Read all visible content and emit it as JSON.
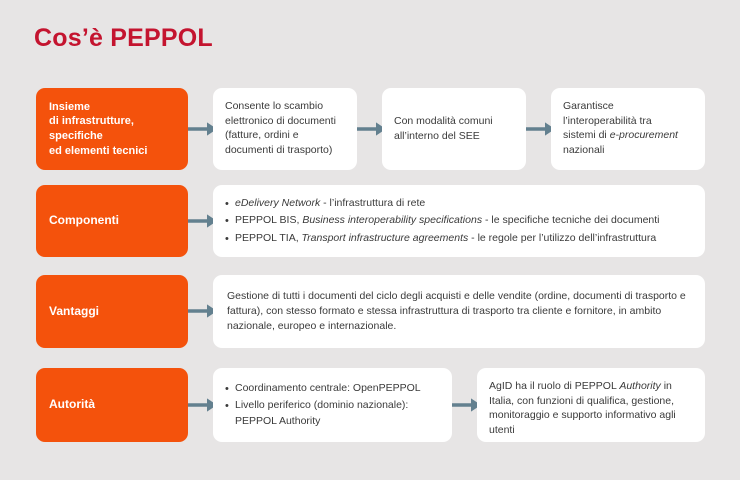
{
  "page": {
    "title": "Cos’è PEPPOL",
    "background_color": "#e7e5e5",
    "title_color": "#c4142f",
    "accent_color": "#f4520c",
    "box_color": "#ffffff",
    "arrow_color": "#63808f",
    "text_color": "#3a3a3a"
  },
  "rows": [
    {
      "label": "Insieme\ndi infrastrutture,\nspecifiche\ned elementi tecnici",
      "label_lines": [
        "Insieme",
        "di infrastrutture,",
        "specifiche",
        "ed elementi tecnici"
      ],
      "boxes": [
        {
          "lines": [
            "Consente lo scambio",
            "elettronico di documenti",
            "(fatture, ordini e",
            "documenti di trasporto)"
          ]
        },
        {
          "lines": [
            "Con modalità comuni",
            "all’interno del SEE"
          ]
        },
        {
          "lines": [
            "Garantisce",
            "l’interoperabilità tra",
            "sistemi di e-procurement",
            "nazionali"
          ],
          "italic_words": [
            "e-procurement"
          ]
        }
      ]
    },
    {
      "label": "Componenti",
      "bullets": [
        {
          "italic_lead": "eDelivery Network",
          "rest": " - l’infrastruttura di rete"
        },
        {
          "lead": "PEPPOL BIS, ",
          "italic": "Business interoperability specifications",
          "rest": " - le specifiche tecniche dei documenti"
        },
        {
          "lead": "PEPPOL TIA, ",
          "italic": "Transport infrastructure agreements",
          "rest": " - le regole per l’utilizzo dell’infrastruttura"
        }
      ]
    },
    {
      "label": "Vantaggi",
      "paragraph": "Gestione di tutti i documenti del ciclo degli acquisti e delle vendite (ordine, documenti di trasporto e fattura), con stesso formato e stessa infrastruttura di trasporto tra cliente e fornitore, in ambito nazionale, europeo e internazionale."
    },
    {
      "label": "Autorità",
      "bullets": [
        {
          "text": "Coordinamento centrale: OpenPEPPOL"
        },
        {
          "text": "Livello periferico (dominio nazionale): PEPPOL Authority"
        }
      ],
      "final_box": {
        "lead": "AgID ha il ruolo di PEPPOL ",
        "italic": "Authority",
        "rest": " in Italia, con funzioni di qualifica, gestione, monitoraggio e supporto informativo agli utenti"
      }
    }
  ],
  "arrows": {
    "icon": "arrow-right-icon",
    "count": 6
  }
}
